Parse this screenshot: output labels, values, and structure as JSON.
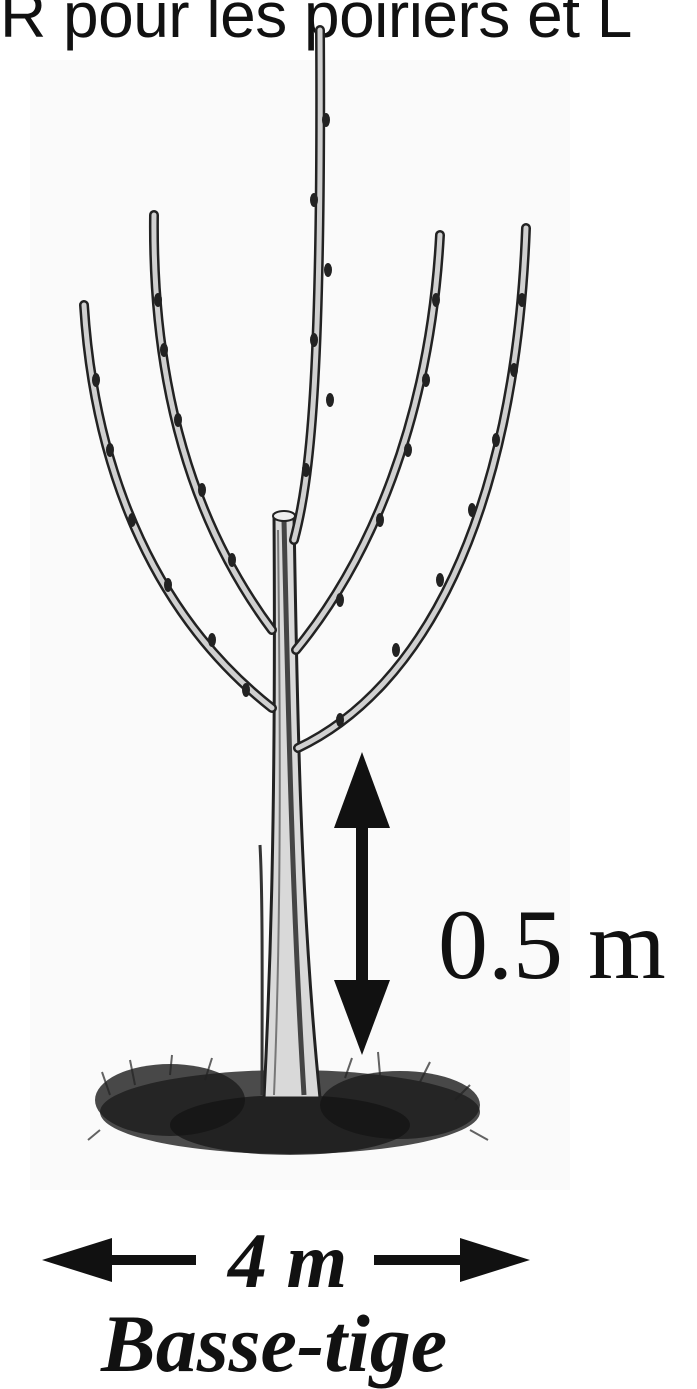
{
  "caption_partial": "R pour les poiriers et L",
  "tree": {
    "name": "Basse-tige",
    "trunk_height_label": "0.5 m",
    "spacing_label": "4 m"
  },
  "colors": {
    "ink": "#111111",
    "bark": "#4a4a4a",
    "background": "#ffffff"
  }
}
